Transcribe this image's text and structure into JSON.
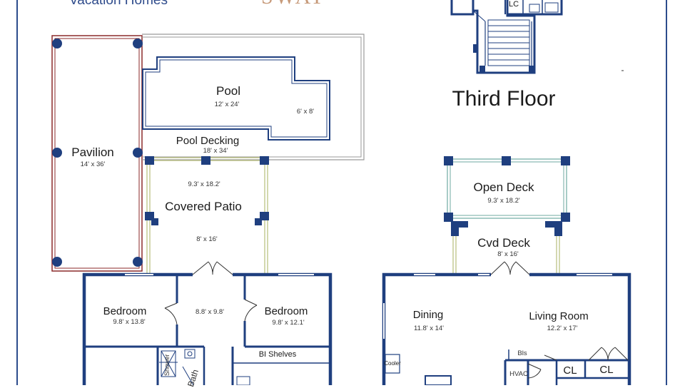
{
  "branding": {
    "company": "Vacation Homes",
    "logo_text": "SWAT"
  },
  "headings": {
    "third_floor": "Third Floor"
  },
  "rooms": {
    "pavilion": {
      "name": "Pavilion",
      "size": "14' x 36'"
    },
    "pool": {
      "name": "Pool",
      "size": "12' x 24'",
      "spa_size": "6' x 8'"
    },
    "pool_decking": {
      "name": "Pool Decking",
      "size": "18' x 34'"
    },
    "covered_patio": {
      "name": "Covered Patio",
      "size_top": "9.3' x 18.2'",
      "size_bottom": "8' x 16'"
    },
    "bedroom_left": {
      "name": "Bedroom",
      "size": "9.8' x 13.8'"
    },
    "hall": {
      "size": "8.8' x 9.8'"
    },
    "bedroom_right": {
      "name": "Bedroom",
      "size": "9.8' x 12.1'"
    },
    "bi_shelves": {
      "name": "BI Shelves"
    },
    "shower": {
      "name": "Shower"
    },
    "bath": {
      "name": "Bath"
    },
    "lc": {
      "name": "LC"
    },
    "open_deck": {
      "name": "Open Deck",
      "size": "9.3' x 18.2'"
    },
    "cvd_deck": {
      "name": "Cvd Deck",
      "size": "8' x 16'"
    },
    "dining": {
      "name": "Dining",
      "size": "11.8' x 14'"
    },
    "living_room": {
      "name": "Living Room",
      "size": "12.2' x 17'"
    },
    "bls": {
      "name": "Bls"
    },
    "hvac": {
      "name": "HVAC"
    },
    "cl1": {
      "name": "CL"
    },
    "cl2": {
      "name": "CL"
    },
    "cooler": {
      "name": "Cooler"
    }
  },
  "colors": {
    "wall": "#1f3f7f",
    "pavilion_outline": "#8b2a2a",
    "patio_rail": "#b6bd7a",
    "deck_rail": "#6fa9a2",
    "pool_decking_outline": "#9a9a9a"
  }
}
